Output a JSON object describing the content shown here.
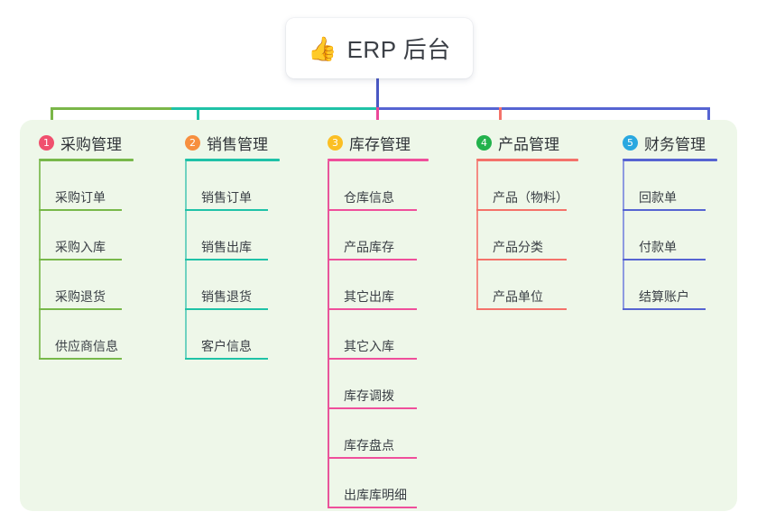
{
  "root": {
    "icon": "thumbs-up-emoji",
    "icon_glyph": "👍",
    "title": "ERP 后台"
  },
  "palette": {
    "panel_background": "#eef7e9",
    "page_background": "#ffffff",
    "root_stem": "#4a58c4",
    "bus_green": "#7ab648",
    "bus_teal": "#1fc2a7",
    "bus_blue": "#5664d2",
    "drop_green": "#7ab648",
    "drop_teal": "#1fc2a7",
    "drop_pink": "#ec4899",
    "drop_red": "#f4726a",
    "drop_blue": "#5664d2"
  },
  "columns": [
    {
      "number": "1",
      "title": "采购管理",
      "badge_color": "#f0506e",
      "line_color": "#78b84a",
      "rule_color": "#78b84a",
      "spine_color": "#8cc265",
      "width": 105,
      "items": [
        {
          "label": "采购订单"
        },
        {
          "label": "采购入库"
        },
        {
          "label": "采购退货"
        },
        {
          "label": "供应商信息"
        }
      ]
    },
    {
      "number": "2",
      "title": "销售管理",
      "badge_color": "#f78f3f",
      "line_color": "#1fc2a7",
      "rule_color": "#1fc2a7",
      "spine_color": "#6fd2c0",
      "width": 105,
      "items": [
        {
          "label": "销售订单"
        },
        {
          "label": "销售出库"
        },
        {
          "label": "销售退货"
        },
        {
          "label": "客户信息"
        }
      ]
    },
    {
      "number": "3",
      "title": "库存管理",
      "badge_color": "#fbbf24",
      "line_color": "#ef4f9b",
      "rule_color": "#ef4f9b",
      "spine_color": "#e8559b",
      "width": 112,
      "items": [
        {
          "label": "仓库信息"
        },
        {
          "label": "产品库存"
        },
        {
          "label": "其它出库"
        },
        {
          "label": "其它入库"
        },
        {
          "label": "库存调拨"
        },
        {
          "label": "库存盘点"
        },
        {
          "label": "出库库明细"
        }
      ]
    },
    {
      "number": "4",
      "title": "产品管理",
      "badge_color": "#22b24c",
      "line_color": "#f4726a",
      "rule_color": "#f4726a",
      "spine_color": "#f48b84",
      "width": 113,
      "items": [
        {
          "label": "产品（物料）"
        },
        {
          "label": "产品分类"
        },
        {
          "label": "产品单位"
        }
      ]
    },
    {
      "number": "5",
      "title": "财务管理",
      "badge_color": "#29a8e0",
      "line_color": "#5664d2",
      "rule_color": "#5664d2",
      "spine_color": "#8d9ae0",
      "width": 105,
      "items": [
        {
          "label": "回款单"
        },
        {
          "label": "付款单"
        },
        {
          "label": "结算账户"
        }
      ]
    }
  ]
}
